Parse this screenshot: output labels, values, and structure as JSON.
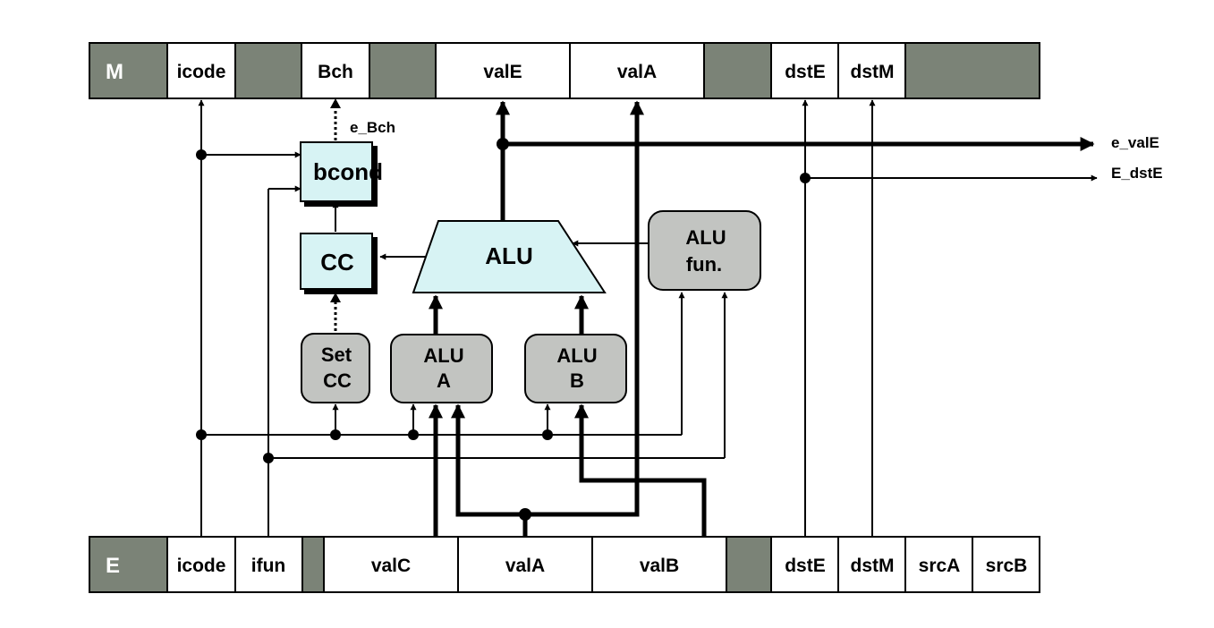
{
  "m_register": {
    "name": "M",
    "fields": {
      "icode": "icode",
      "bch": "Bch",
      "vale": "valE",
      "vala": "valA",
      "dste": "dstE",
      "dstm": "dstM"
    }
  },
  "e_register": {
    "name": "E",
    "fields": {
      "icode": "icode",
      "ifun": "ifun",
      "valc": "valC",
      "vala": "valA",
      "valb": "valB",
      "dste": "dstE",
      "dstm": "dstM",
      "srca": "srcA",
      "srcb": "srcB"
    }
  },
  "units": {
    "bcond": "bcond",
    "cc": "CC",
    "alu": "ALU",
    "alu_fun": [
      "ALU",
      "fun."
    ],
    "set_cc": [
      "Set",
      "CC"
    ],
    "alu_a": [
      "ALU",
      "A"
    ],
    "alu_b": [
      "ALU",
      "B"
    ]
  },
  "signals": {
    "e_bch": "e_Bch",
    "e_vale": "e_valE",
    "e_dste": "E_dstE"
  },
  "colors": {
    "register_fill": "#7b8377",
    "register_cell": "#ffffff",
    "logic_fill": "#d7f3f4",
    "control_fill": "#c2c4c1",
    "wire": "#000000"
  }
}
